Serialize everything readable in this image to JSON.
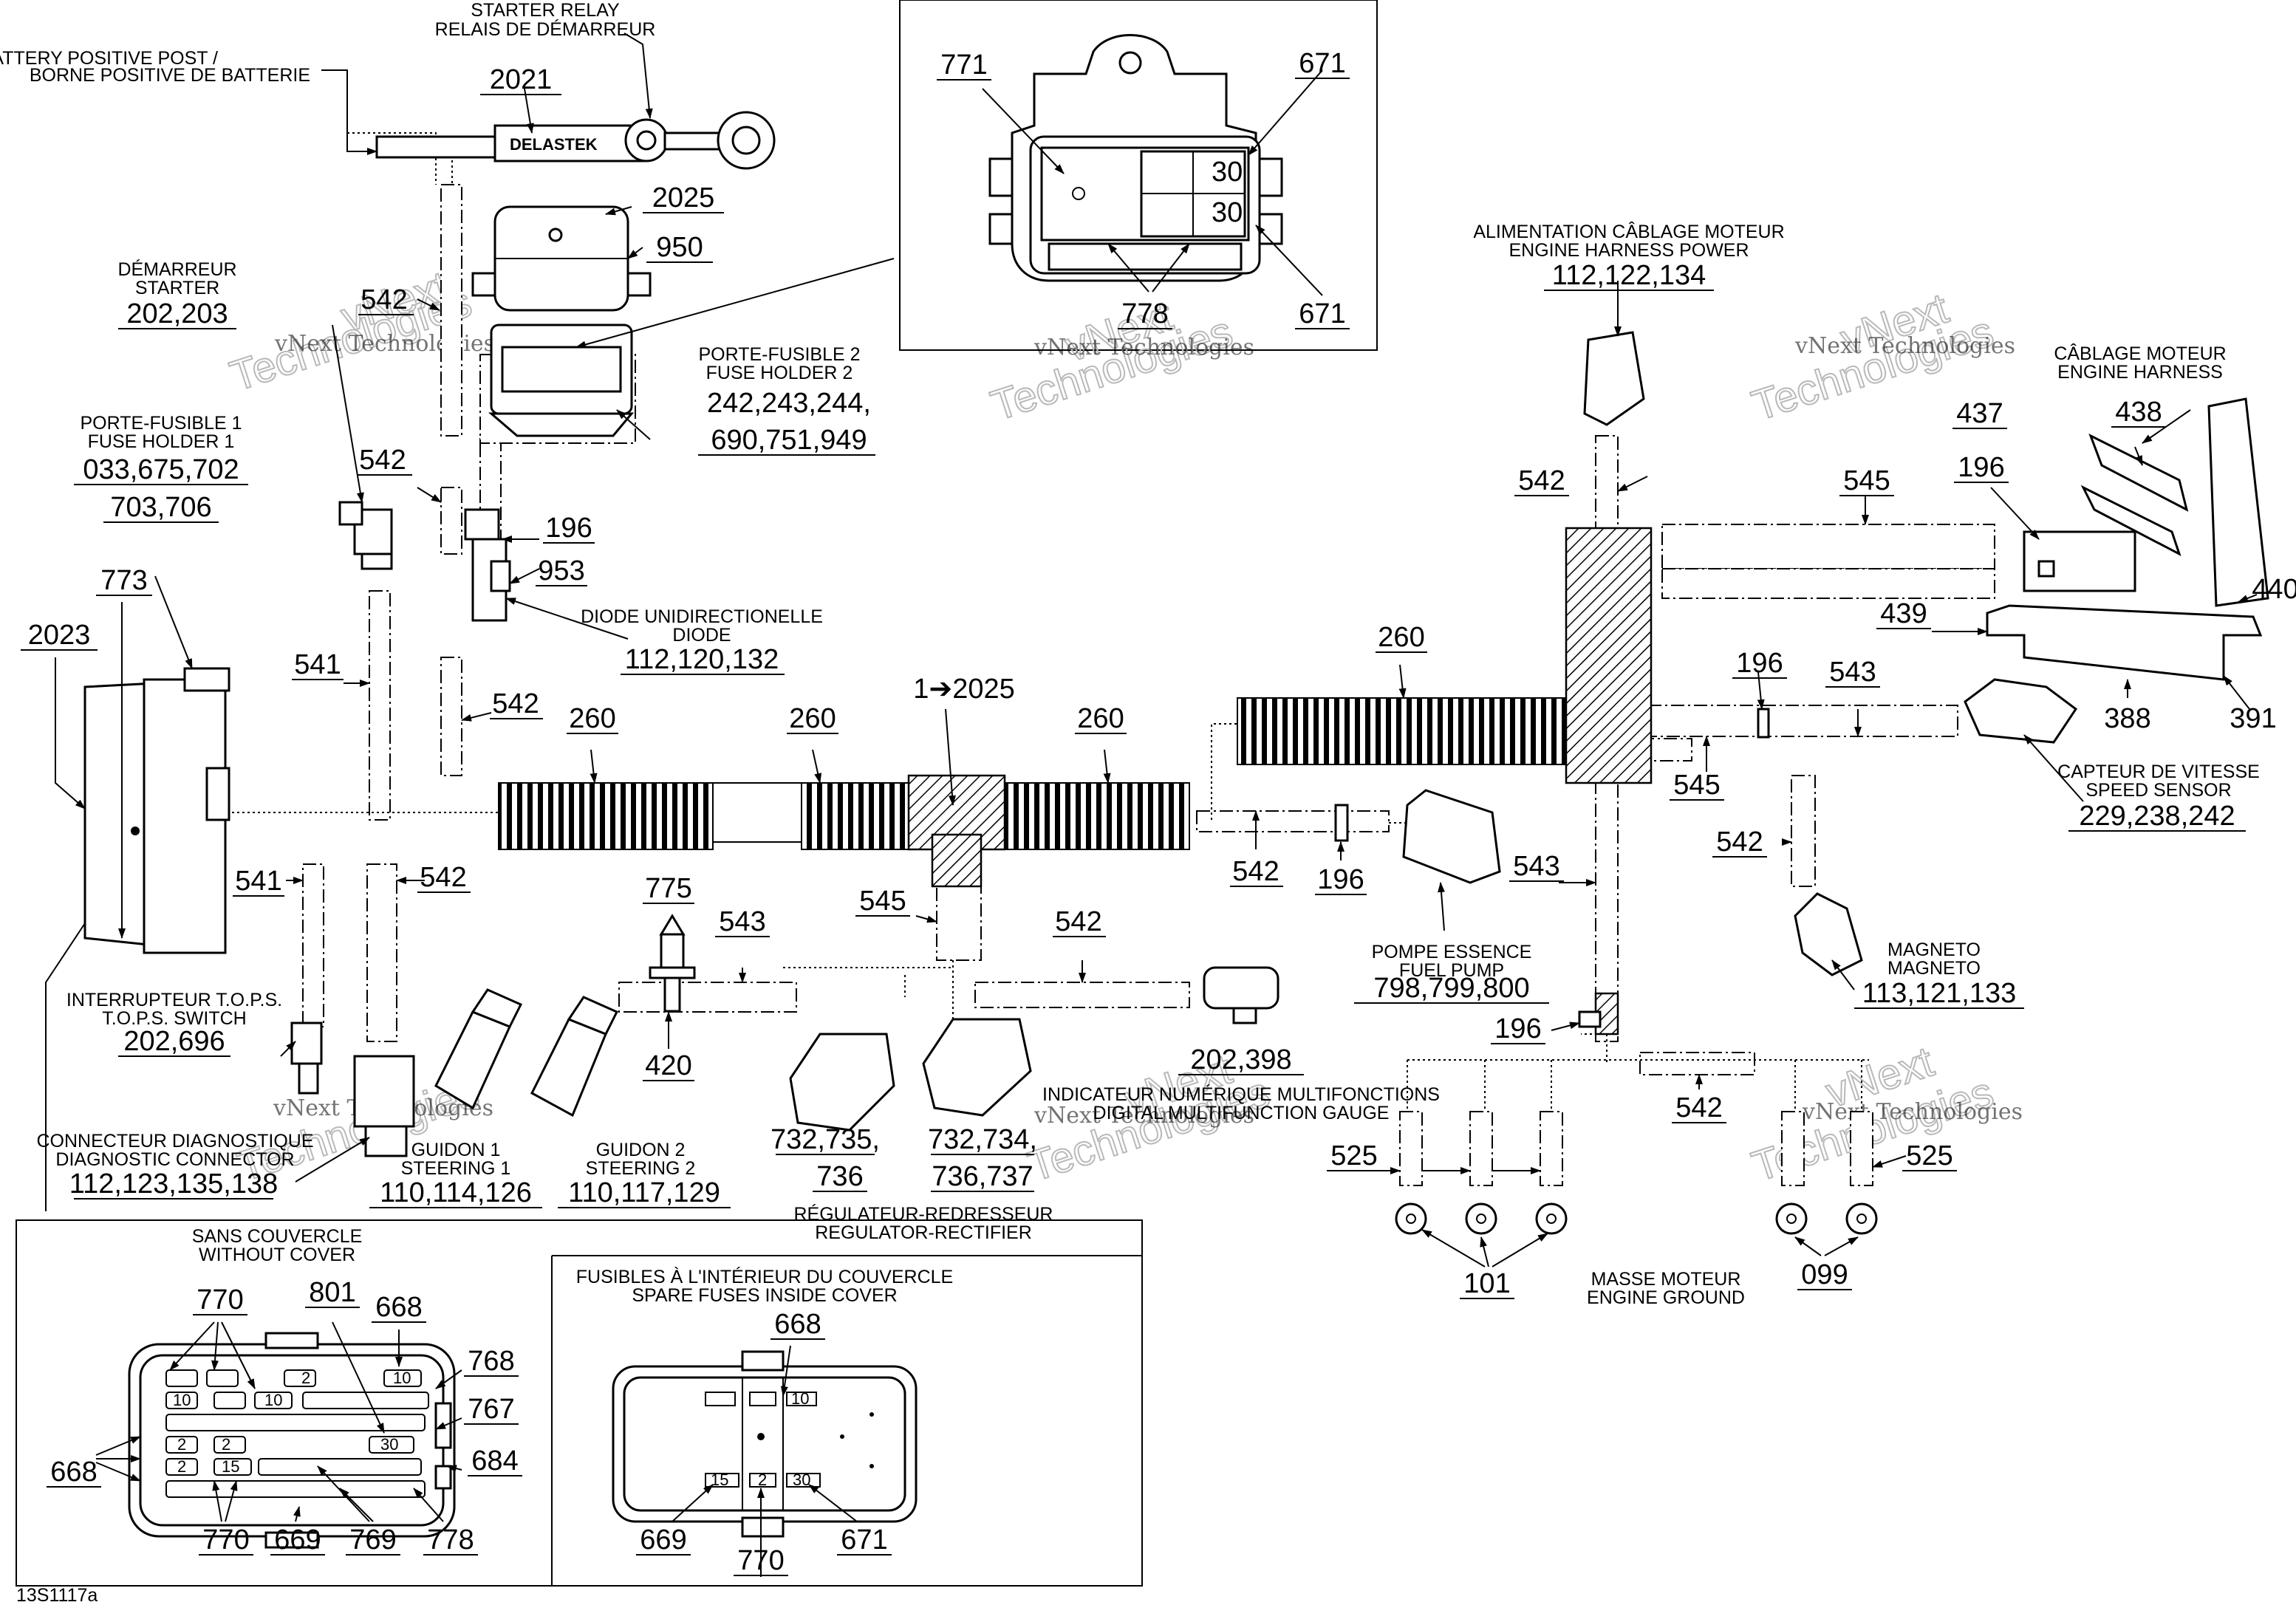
{
  "labels": {
    "battery_positive": [
      "BATTERY POSITIVE POST /",
      "BORNE POSITIVE DE BATTERIE"
    ],
    "starter_relay": [
      "STARTER RELAY",
      "RELAIS DE DÉMARREUR"
    ],
    "starter": [
      "DÉMARREUR",
      "STARTER"
    ],
    "fuse_holder_1": [
      "PORTE-FUSIBLE 1",
      "FUSE HOLDER 1"
    ],
    "fuse_holder_2": [
      "PORTE-FUSIBLE 2",
      "FUSE HOLDER 2"
    ],
    "diode": [
      "DIODE UNIDIRECTIONELLE",
      "DIODE"
    ],
    "engine_harness_power": [
      "ALIMENTATION CÂBLAGE MOTEUR",
      "ENGINE HARNESS POWER"
    ],
    "engine_harness": [
      "CÂBLAGE MOTEUR",
      "ENGINE HARNESS"
    ],
    "speed_sensor": [
      "CAPTEUR DE VITESSE",
      "SPEED SENSOR"
    ],
    "fuel_pump": [
      "POMPE ESSENCE",
      "FUEL PUMP"
    ],
    "magneto": [
      "MAGNETO",
      "MAGNETO"
    ],
    "tops_switch": [
      "INTERRUPTEUR T.O.P.S.",
      "T.O.P.S. SWITCH"
    ],
    "diagnostic_connector": [
      "CONNECTEUR DIAGNOSTIQUE",
      "DIAGNOSTIC CONNECTOR"
    ],
    "steering_1": [
      "GUIDON 1",
      "STEERING 1"
    ],
    "steering_2": [
      "GUIDON 2",
      "STEERING 2"
    ],
    "regulator": [
      "RÉGULATEUR-REDRESSEUR",
      "REGULATOR-RECTIFIER"
    ],
    "gauge": [
      "INDICATEUR NUMÉRIQUE MULTIFONCTIONS",
      "DIGITAL MULTIFUNCTION GAUGE"
    ],
    "engine_ground": [
      "MASSE MOTEUR",
      "ENGINE GROUND"
    ],
    "without_cover": [
      "SANS COUVERCLE",
      "WITHOUT COVER"
    ],
    "spare_fuses": [
      "FUSIBLES À L'INTÉRIEUR DU COUVERCLE",
      "SPARE FUSES INSIDE COVER"
    ],
    "relay_brand": "DELASTEK",
    "drawing_ref": "13S1117a",
    "watermark": "vNext Technologies",
    "watermark_big_1": "vNext",
    "watermark_big_2": "Technologies"
  },
  "parts": {
    "p2021": "2021",
    "p2025": "2025",
    "p950": "950",
    "p542": "542",
    "p541": "541",
    "p196": "196",
    "p953": "953",
    "p260": "260",
    "p1_2025": "1➔2025",
    "p545": "545",
    "p543": "543",
    "p775": "775",
    "p420": "420",
    "p525": "525",
    "p101": "101",
    "p099": "099",
    "p773": "773",
    "p2023": "2023",
    "p437": "437",
    "p438": "438",
    "p439": "439",
    "p440": "440",
    "p388": "388",
    "p391": "391",
    "p771": "771",
    "p671": "671",
    "p778": "778",
    "p770": "770",
    "p801": "801",
    "p668": "668",
    "p768": "768",
    "p767": "767",
    "p684": "684",
    "p669": "669",
    "p769": "769",
    "starter_nums": "202,203",
    "fuse1_nums_a": "033,675,702",
    "fuse1_nums_b": "703,706",
    "fuse2_nums_a": "242,243,244,",
    "fuse2_nums_b": "690,751,949",
    "diode_nums": "112,120,132",
    "ehp_nums": "112,122,134",
    "speed_nums": "229,238,242",
    "pump_nums": "798,799,800",
    "magneto_nums": "113,121,133",
    "tops_nums": "202,696",
    "diag_nums": "112,123,135,138",
    "steer1_nums": "110,114,126",
    "steer2_nums": "110,117,129",
    "reg_a_nums_1": "732,735,",
    "reg_a_nums_2": "736",
    "reg_b_nums_1": "732,734,",
    "reg_b_nums_2": "736,737",
    "gauge_nums": "202,398"
  },
  "fuse_markings": {
    "fuse_10": "10",
    "fuse_15": "15",
    "fuse_2": "2",
    "fuse_30": "30"
  }
}
